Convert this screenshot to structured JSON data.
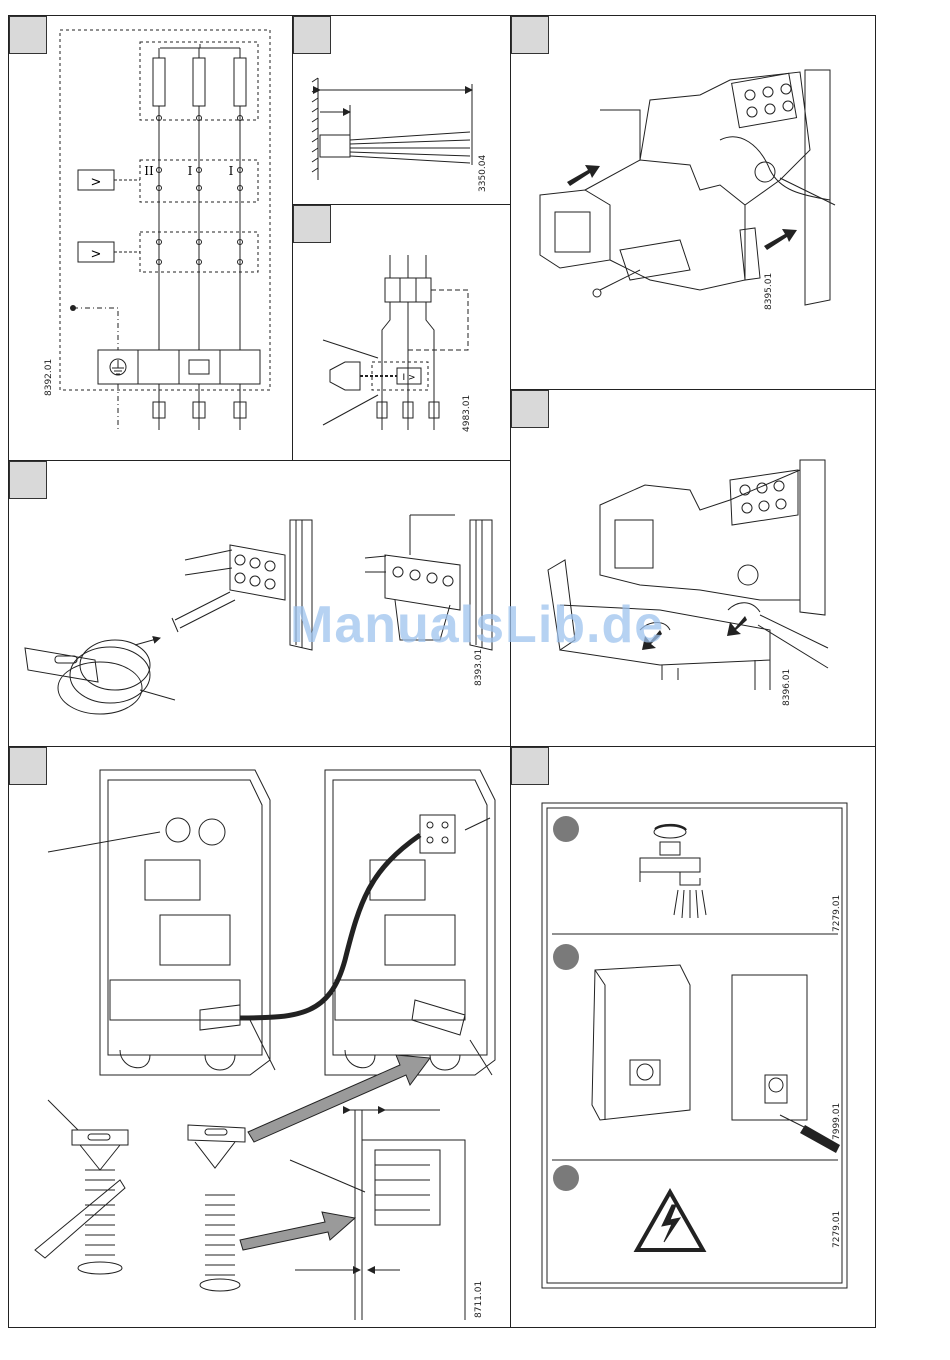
{
  "figure_codes": {
    "p1": "8392.01",
    "p2": "3350.04",
    "p3": "4983.01",
    "p4": "8395.01",
    "p5": "8393.01",
    "p6": "8396.01",
    "p7": "8711.01",
    "p8a": "7279.01",
    "p8b": "7999.01",
    "p8c": "7279.01"
  },
  "symbols": {
    "relay": ">",
    "overcurrent": "I >",
    "roman_2": "II",
    "roman_1a": "I",
    "roman_1b": "I"
  },
  "watermark": "ManualsLib.de",
  "colors": {
    "line": "#222222",
    "tab_fill": "#d9d9d9",
    "step_dot": "#7a7a7a",
    "arrow_fill": "#9a9a9a",
    "watermark": "#9ec3ee"
  }
}
